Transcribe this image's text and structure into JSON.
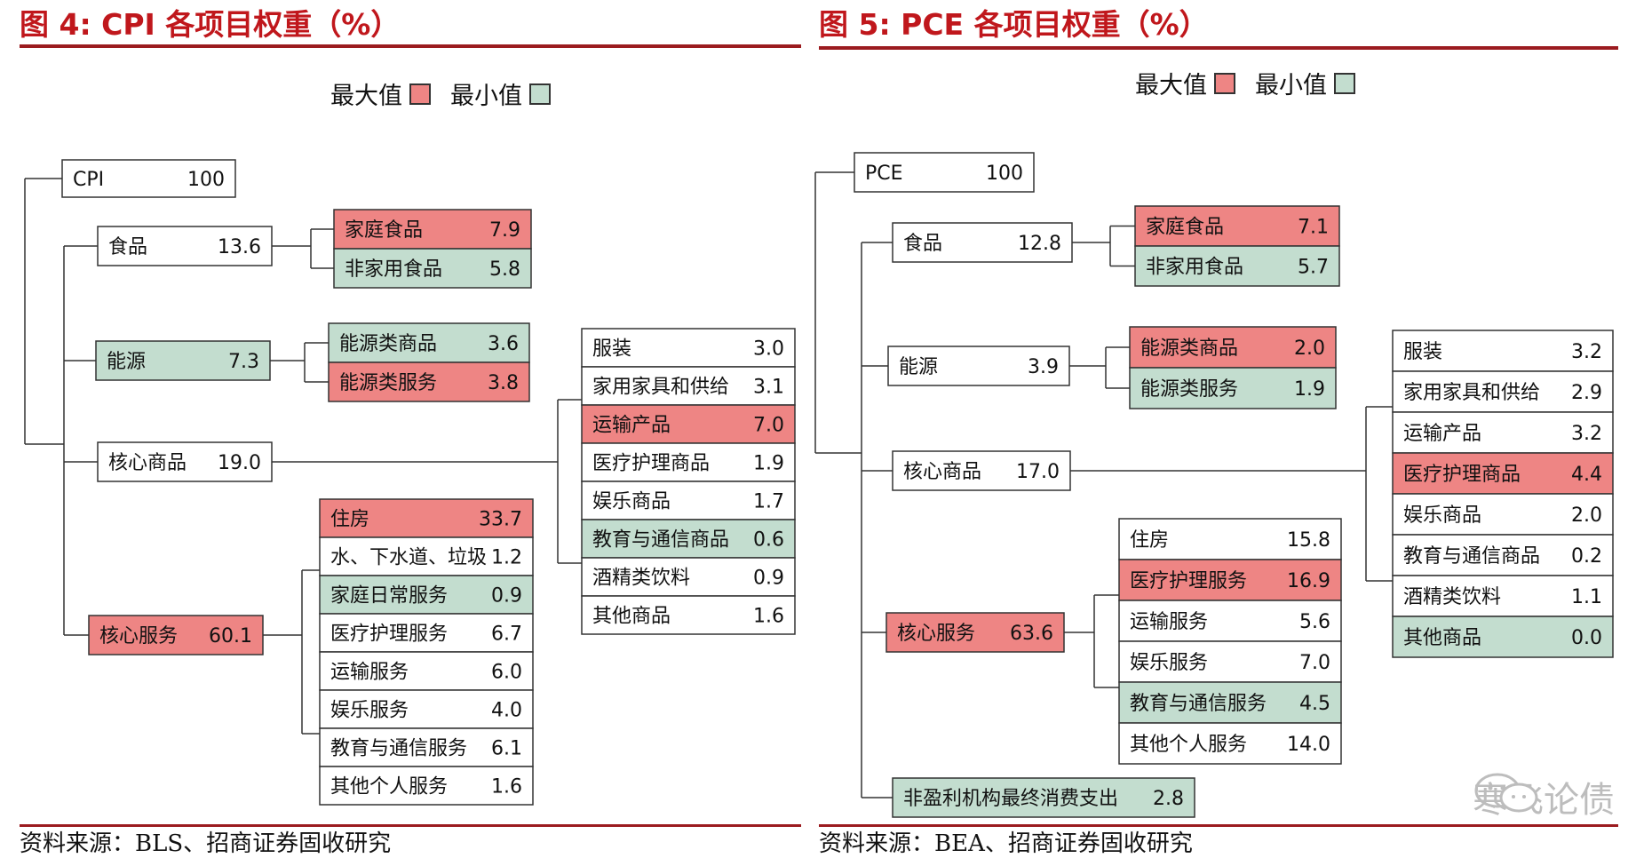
{
  "colors": {
    "max": "#ee8584",
    "min": "#c3ddcf",
    "plain": "#ffffff",
    "line": "#333333",
    "accent": "#c0171c"
  },
  "panels": [
    {
      "title": "图 4:  CPI 各项目权重（%）",
      "legend": {
        "max_label": "最大值",
        "min_label": "最小值"
      },
      "source": "资料来源：BLS、招商证券固收研究",
      "root": {
        "label": "CPI",
        "value": "100"
      },
      "groups": [
        {
          "label": "食品",
          "value": "13.6",
          "style": "plain",
          "children": [
            {
              "label": "家庭食品",
              "value": "7.9",
              "style": "max"
            },
            {
              "label": "非家用食品",
              "value": "5.8",
              "style": "min"
            }
          ]
        },
        {
          "label": "能源",
          "value": "7.3",
          "style": "min",
          "children": [
            {
              "label": "能源类商品",
              "value": "3.6",
              "style": "min"
            },
            {
              "label": "能源类服务",
              "value": "3.8",
              "style": "max"
            }
          ]
        },
        {
          "label": "核心商品",
          "value": "19.0",
          "style": "plain",
          "children": [
            {
              "label": "服装",
              "value": "3.0",
              "style": "plain"
            },
            {
              "label": "家用家具和供给",
              "value": "3.1",
              "style": "plain"
            },
            {
              "label": "运输产品",
              "value": "7.0",
              "style": "max"
            },
            {
              "label": "医疗护理商品",
              "value": "1.9",
              "style": "plain"
            },
            {
              "label": "娱乐商品",
              "value": "1.7",
              "style": "plain"
            },
            {
              "label": "教育与通信商品",
              "value": "0.6",
              "style": "min"
            },
            {
              "label": "酒精类饮料",
              "value": "0.9",
              "style": "plain"
            },
            {
              "label": "其他商品",
              "value": "1.6",
              "style": "plain"
            }
          ]
        },
        {
          "label": "核心服务",
          "value": "60.1",
          "style": "max",
          "children": [
            {
              "label": "住房",
              "value": "33.7",
              "style": "max"
            },
            {
              "label": "水、下水道、垃圾",
              "value": "1.2",
              "style": "plain"
            },
            {
              "label": "家庭日常服务",
              "value": "0.9",
              "style": "min"
            },
            {
              "label": "医疗护理服务",
              "value": "6.7",
              "style": "plain"
            },
            {
              "label": "运输服务",
              "value": "6.0",
              "style": "plain"
            },
            {
              "label": "娱乐服务",
              "value": "4.0",
              "style": "plain"
            },
            {
              "label": "教育与通信服务",
              "value": "6.1",
              "style": "plain"
            },
            {
              "label": "其他个人服务",
              "value": "1.6",
              "style": "plain"
            }
          ]
        }
      ]
    },
    {
      "title": "图 5:  PCE 各项目权重（%）",
      "legend": {
        "max_label": "最大值",
        "min_label": "最小值"
      },
      "source": "资料来源：BEA、招商证券固收研究",
      "root": {
        "label": "PCE",
        "value": "100"
      },
      "groups": [
        {
          "label": "食品",
          "value": "12.8",
          "style": "plain",
          "children": [
            {
              "label": "家庭食品",
              "value": "7.1",
              "style": "max"
            },
            {
              "label": "非家用食品",
              "value": "5.7",
              "style": "min"
            }
          ]
        },
        {
          "label": "能源",
          "value": "3.9",
          "style": "plain",
          "children": [
            {
              "label": "能源类商品",
              "value": "2.0",
              "style": "max"
            },
            {
              "label": "能源类服务",
              "value": "1.9",
              "style": "min"
            }
          ]
        },
        {
          "label": "核心商品",
          "value": "17.0",
          "style": "plain",
          "children": [
            {
              "label": "服装",
              "value": "3.2",
              "style": "plain"
            },
            {
              "label": "家用家具和供给",
              "value": "2.9",
              "style": "plain"
            },
            {
              "label": "运输产品",
              "value": "3.2",
              "style": "plain"
            },
            {
              "label": "医疗护理商品",
              "value": "4.4",
              "style": "max"
            },
            {
              "label": "娱乐商品",
              "value": "2.0",
              "style": "plain"
            },
            {
              "label": "教育与通信商品",
              "value": "0.2",
              "style": "plain"
            },
            {
              "label": "酒精类饮料",
              "value": "1.1",
              "style": "plain"
            },
            {
              "label": "其他商品",
              "value": "0.0",
              "style": "min"
            }
          ]
        },
        {
          "label": "核心服务",
          "value": "63.6",
          "style": "max",
          "children": [
            {
              "label": "住房",
              "value": "15.8",
              "style": "plain"
            },
            {
              "label": "医疗护理服务",
              "value": "16.9",
              "style": "max"
            },
            {
              "label": "运输服务",
              "value": "5.6",
              "style": "plain"
            },
            {
              "label": "娱乐服务",
              "value": "7.0",
              "style": "plain"
            },
            {
              "label": "教育与通信服务",
              "value": "4.5",
              "style": "min"
            },
            {
              "label": "其他个人服务",
              "value": "14.0",
              "style": "plain"
            }
          ]
        },
        {
          "label": "非盈利机构最终消费支出",
          "value": "2.8",
          "style": "min",
          "children": []
        }
      ]
    }
  ],
  "watermark": "寒飞论债"
}
